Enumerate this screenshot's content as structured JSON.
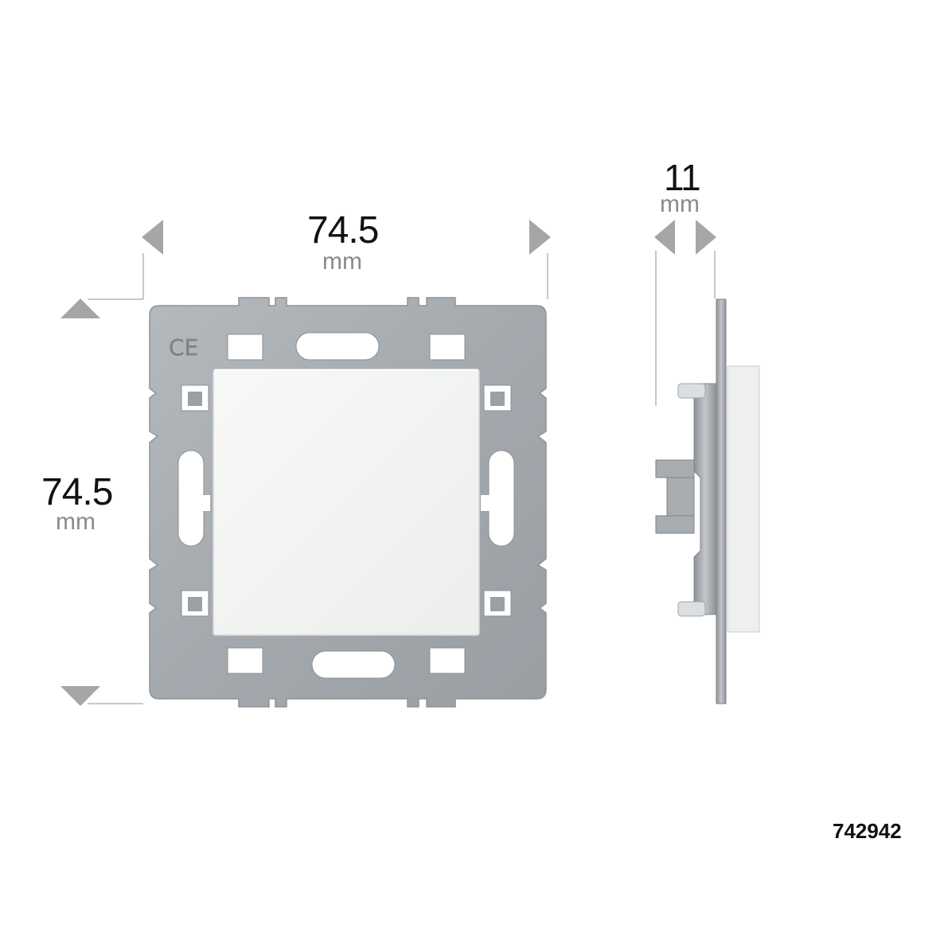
{
  "dimensions": {
    "width": {
      "value": "74.5",
      "unit": "mm"
    },
    "height": {
      "value": "74.5",
      "unit": "mm"
    },
    "thickness": {
      "value": "11",
      "unit": "mm"
    }
  },
  "plate_mark": "CE",
  "product_code": "742942",
  "colors": {
    "background": "#ffffff",
    "frame_metal": "#a8adb2",
    "switch_face": "#f4f5f4",
    "dimension_arrow": "#a6a6a6",
    "dimension_line": "#b5b5b5",
    "unit_text": "#8a8a8a"
  }
}
